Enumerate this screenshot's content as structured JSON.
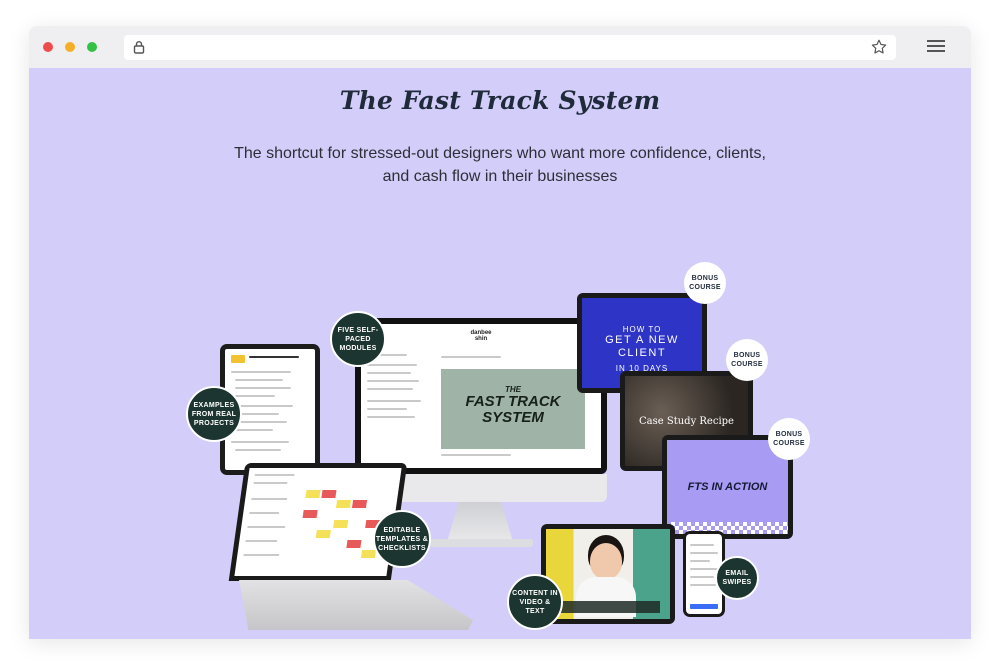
{
  "page": {
    "title": "The Fast Track System",
    "subtitle": "The shortcut for stressed-out designers who want more confidence, clients, and cash flow in their businesses"
  },
  "mockups": {
    "imac_logo_line1": "danbee",
    "imac_logo_line2": "shin",
    "imac_feature_line1": "THE",
    "imac_feature_line2": "FAST TRACK",
    "imac_feature_line3": "SYSTEM",
    "blue_tablet_line1": "HOW TO",
    "blue_tablet_line2": "GET A NEW",
    "blue_tablet_line3": "CLIENT",
    "blue_tablet_line4": "IN 10 DAYS",
    "case_study_title": "Case Study Recipe",
    "fts_in_action": "FTS IN ACTION"
  },
  "badges": {
    "examples": "EXAMPLES FROM REAL PROJECTS",
    "modules": "FIVE SELF-PACED MODULES",
    "templates": "EDITABLE TEMPLATES & CHECKLISTS",
    "content": "CONTENT IN VIDEO & TEXT",
    "email": "EMAIL SWIPES",
    "bonus1": "BONUS COURSE",
    "bonus2": "BONUS COURSE",
    "bonus3": "BONUS COURSE"
  },
  "icons": [
    "lock-icon",
    "star-icon",
    "menu-icon"
  ],
  "colors": {
    "page_background": "#d3cdf9",
    "badge_dark": "#1d3530",
    "accent_blue": "#2e34c6",
    "accent_purple": "#a79bf3"
  }
}
